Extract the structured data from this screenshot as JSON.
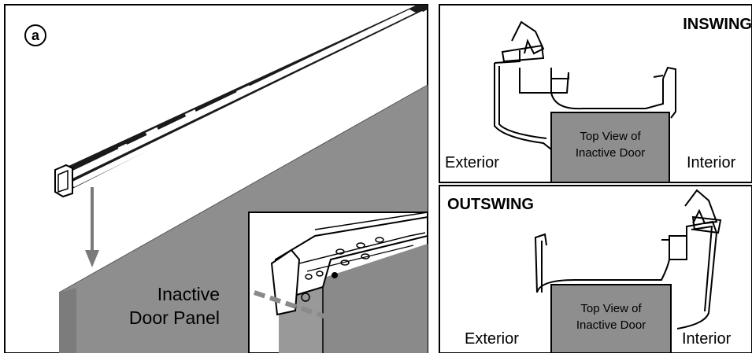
{
  "left_panel": {
    "step_label": "a",
    "panel_label_line1": "Inactive",
    "panel_label_line2": "Door Panel"
  },
  "inswing": {
    "title": "INSWING",
    "exterior_label": "Exterior",
    "interior_label": "Interior",
    "door_label_line1": "Top View of",
    "door_label_line2": "Inactive Door"
  },
  "outswing": {
    "title": "OUTSWING",
    "exterior_label": "Exterior",
    "interior_label": "Interior",
    "door_label_line1": "Top View of",
    "door_label_line2": "Inactive Door"
  },
  "colors": {
    "door_gray": "#8e8e8e",
    "inset_door_gray": "#8a8a8a",
    "dashed_line": "#8a8a8a",
    "arrow": "#7a7a7a",
    "rail_dark": "#1a1a1a",
    "outline": "#000000"
  }
}
